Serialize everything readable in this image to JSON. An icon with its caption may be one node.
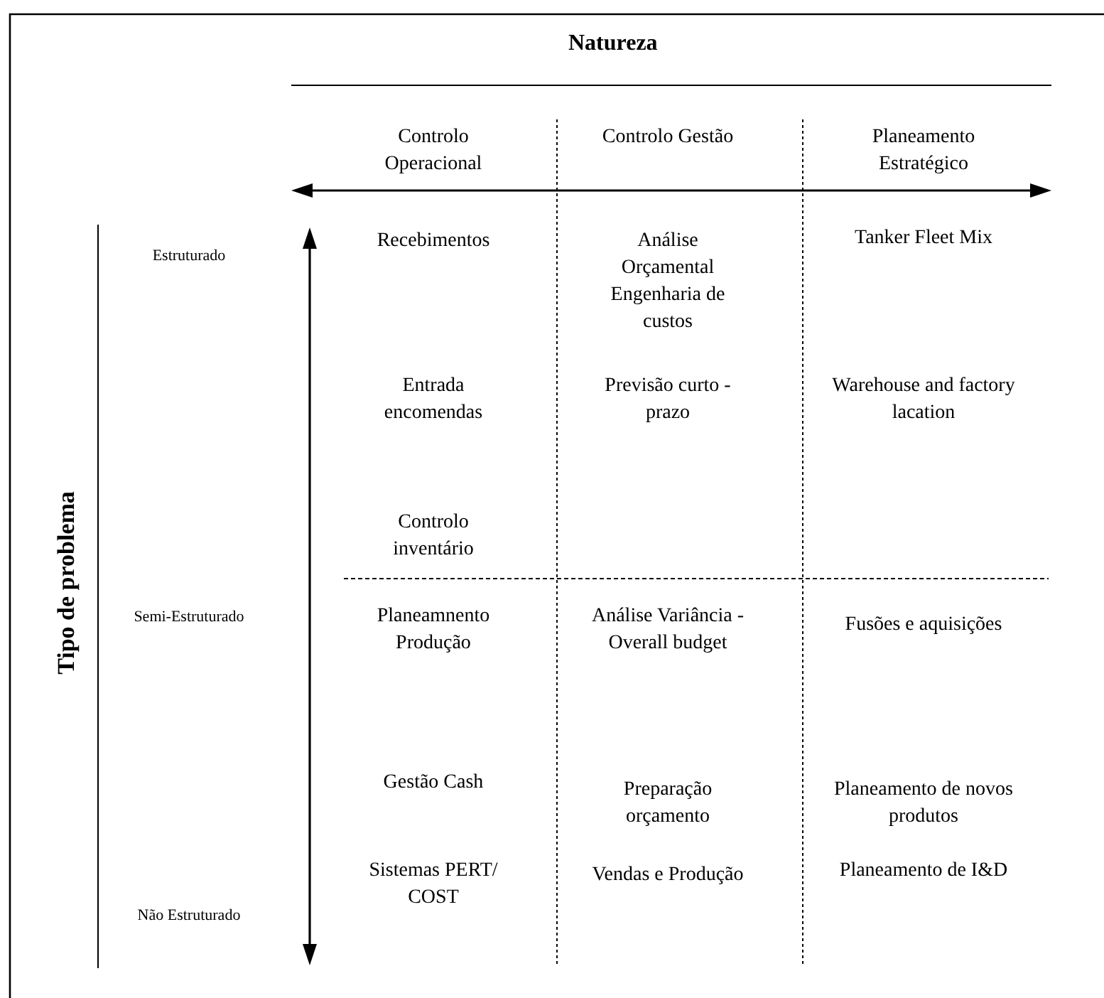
{
  "diagram": {
    "title": "Natureza",
    "labels": [
      "Controlo Operacional",
      "Controlo Gestão",
      "Planeamento Estratégico",
      "Tipo de problema",
      "Estruturado",
      "Recebimentos",
      "Análise Orçamental Engenharia de custos",
      "Tanker Fleet Mix",
      "Entrada encomendas",
      "Previsão curto - prazo",
      "Warehouse and factory lacation",
      "Controlo inventário",
      "Semi-Estruturado",
      "Planeamnento Produção",
      "Análise Variância - Overall budget",
      "Fusões e aquisições",
      "Gestão Cash",
      "Preparação orçamento",
      "Planeamento de novos produtos",
      "Não Estruturado",
      "Sistemas PERT/ COST",
      "Vendas e Produção",
      "Planeamento de I&D"
    ]
  }
}
